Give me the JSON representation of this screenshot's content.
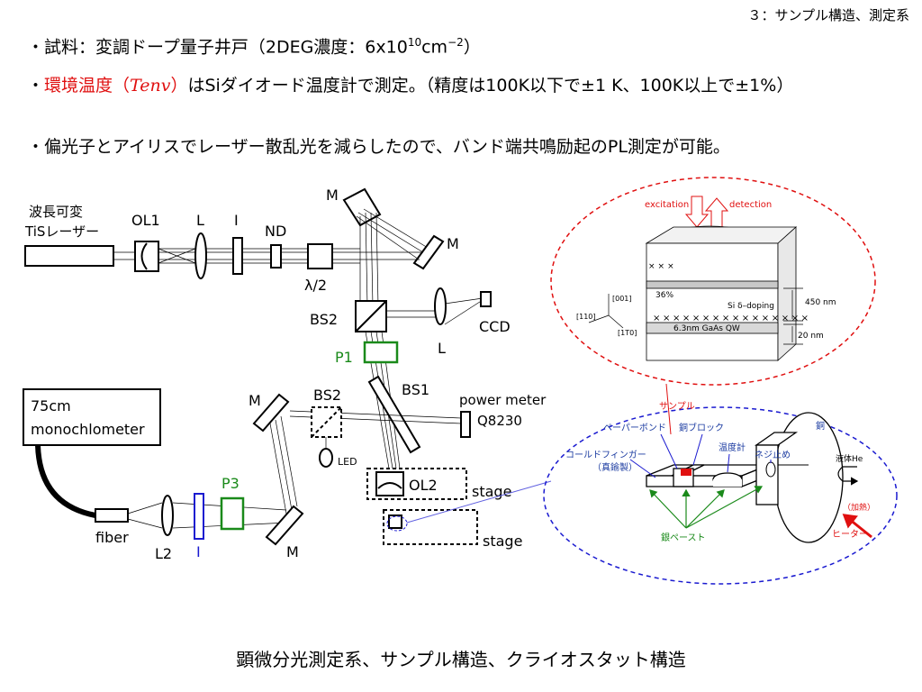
{
  "header": {
    "section": "３：サンプル構造、測定系"
  },
  "bullets": {
    "b1": {
      "prefix": "・試料：変調ドープ量子井戸（2DEG濃度：6x10",
      "sup1": "10",
      "mid": "cm",
      "sup2": "−2",
      "suffix": "）"
    },
    "b2": {
      "marker": "・",
      "red_label": "環境温度（",
      "symbol": "Tenv",
      "red_close": "）",
      "text": "はSiダイオード温度計で測定。（精度は100K以下で±1 K、100K以上で±1%）"
    },
    "b3": {
      "text": "・偏光子とアイリスでレーザー散乱光を減らしたので、バンド端共鳴励起のPL測定が可能。"
    }
  },
  "setup": {
    "laser": [
      "波長可変",
      "TiSレーザー"
    ],
    "ol1": "OL1",
    "lens_l": "L",
    "iris_i": "I",
    "nd": "ND",
    "lambda2": "λ/2",
    "mirror_m": "M",
    "bs2": "BS2",
    "bs1": "BS1",
    "p1": "P1",
    "p3": "P3",
    "ccd": "CCD",
    "power_meter": [
      "power meter",
      "Q8230"
    ],
    "led": "LED",
    "ol2": "OL2",
    "stage": "stage",
    "mono": [
      "75cm",
      "monochlometer"
    ],
    "fiber": "fiber",
    "l2": "L2"
  },
  "sample": {
    "excitation": "excitation",
    "detection": "detection",
    "al_fraction": "36%",
    "doping": "Si δ–doping",
    "qw": "6.3nm GaAs QW",
    "d450": "450 nm",
    "d20": "20 nm",
    "ax001": "[001]",
    "ax110": "[110]",
    "ax1t0": "[1T0]"
  },
  "cryostat": {
    "sample": "サンプル",
    "paper_bond": "ペーパーボンド",
    "copper_block": "銅ブロック",
    "thermometer": "温度計",
    "cold_finger": [
      "コールドフィンガー",
      "（真鍮製）"
    ],
    "screw": "ネジ止め",
    "copper": "銅",
    "liquid_he": "液体He",
    "heating": "（加熱）",
    "heater": "ヒーター",
    "silver_paste": "銀ペースト"
  },
  "caption": "顕微分光測定系、サンプル構造、クライオスタット構造",
  "colors": {
    "red": "#e01010",
    "green": "#1a8a1a",
    "blue": "#1a1ad0",
    "cryo_label": "#1a3aa0"
  }
}
